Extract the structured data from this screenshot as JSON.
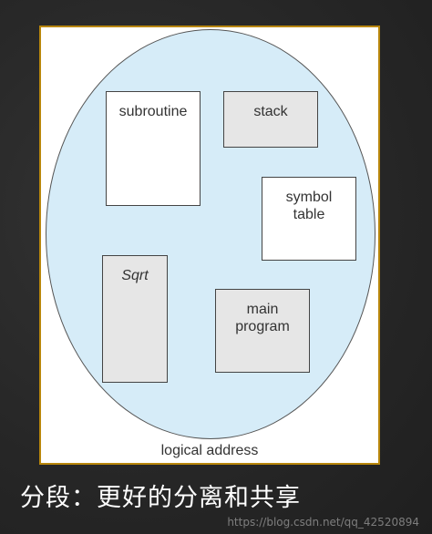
{
  "diagram": {
    "segments": {
      "subroutine": {
        "label": "subroutine"
      },
      "stack": {
        "label": "stack"
      },
      "symbol_table": {
        "line1": "symbol",
        "line2": "table"
      },
      "sqrt": {
        "label": "Sqrt"
      },
      "main_program": {
        "line1": "main",
        "line2": "program"
      }
    },
    "address_label": "logical address"
  },
  "caption": "分段：更好的分离和共享",
  "watermark": "https://blog.csdn.net/qq_42520894",
  "colors": {
    "background": "#262626",
    "frame_border": "#b8860b",
    "ellipse_fill": "#d6ecf8",
    "segment_gray": "#e6e6e6",
    "segment_white": "#ffffff"
  }
}
